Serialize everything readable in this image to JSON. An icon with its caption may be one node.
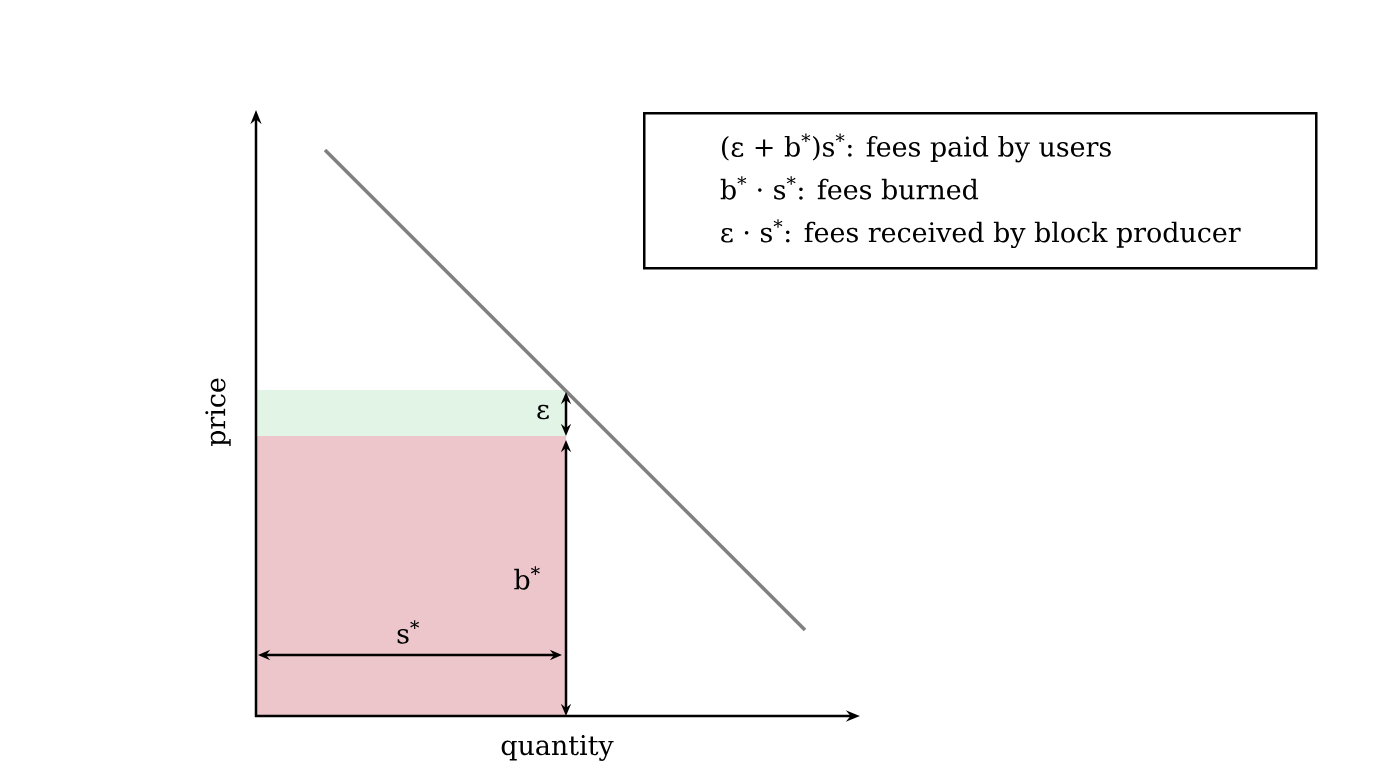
{
  "diagram": {
    "nodes": [
      {
        "text": [
          "(ε + b$^{*}$)s$^{*}$: fees paid by users",
          "b$^{*}$ · s$^{*}$: fees burned",
          "ε · s$^{*}$: fees received by block producer"
        ]
      }
    ],
    "labels": [
      "price",
      "quantity",
      "ε",
      "b$^{*}$",
      "s$^{*}$"
    ]
  }
}
